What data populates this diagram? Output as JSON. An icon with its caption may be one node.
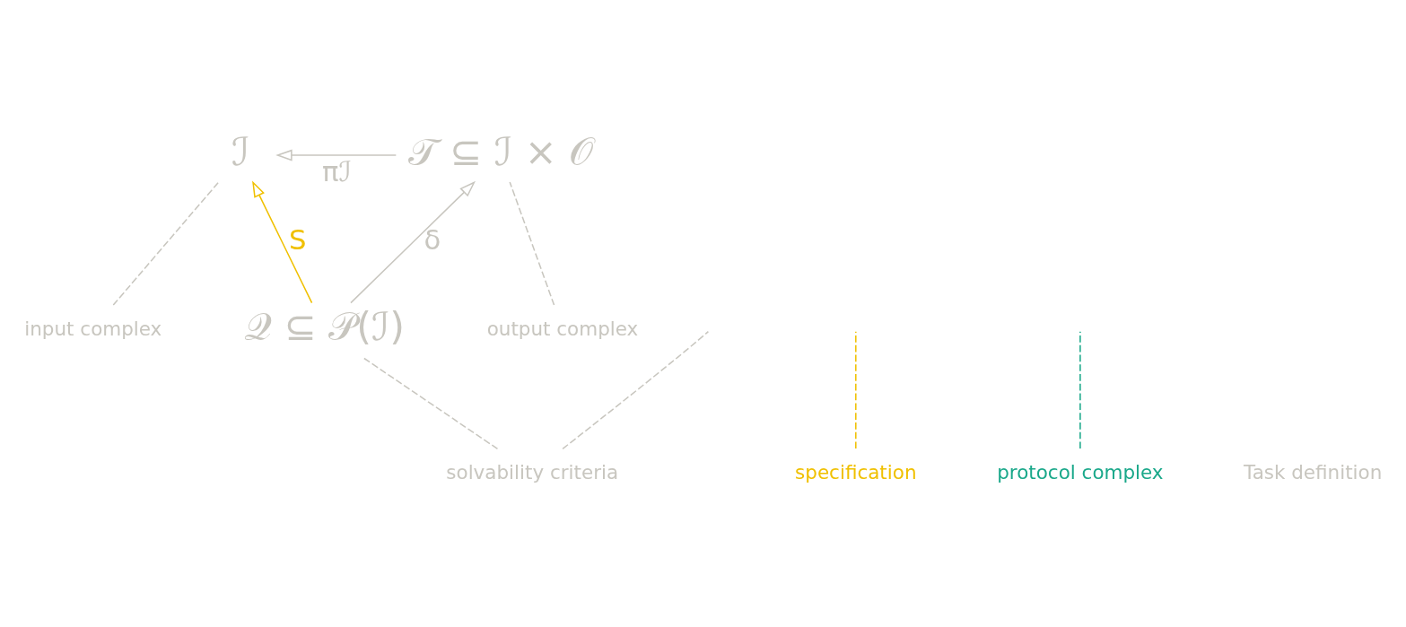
{
  "diagram": {
    "nodes": [
      {
        "text": [
          "input complex"
        ]
      },
      {
        "text": [
          "ℐ"
        ]
      },
      {
        "text": [
          "output complex"
        ]
      },
      {
        "text": [
          "𝒯 ⊆ ℐ × 𝒪"
        ]
      },
      {
        "text": [
          "specification"
        ]
      },
      {
        "text": [
          "solvability criteria"
        ]
      },
      {
        "text": [
          "𝒬 ⊆ 𝒫(ℐ)"
        ]
      },
      {
        "text": [
          "protocol complex"
        ]
      }
    ],
    "edges": [
      {
        "from": 3,
        "to": 1,
        "arrow": "to",
        "label": "πℐ"
      },
      {
        "from": 6,
        "to": 1,
        "arrow": "to",
        "label": "S",
        "color": "#f0c000"
      },
      {
        "from": 6,
        "to": 3,
        "arrow": "to",
        "label": "δ"
      },
      {
        "from": 0,
        "to": 1,
        "arrow": "none",
        "style": "dashed"
      },
      {
        "from": 2,
        "to": 3,
        "arrow": "none",
        "style": "dashed"
      },
      {
        "from": 4,
        "to": null,
        "arrow": "none",
        "style": "dashed",
        "color": "#f0c000"
      },
      {
        "from": 5,
        "to": null,
        "arrow": "none",
        "style": "dashed"
      },
      {
        "from": 5,
        "to": 6,
        "arrow": "none",
        "style": "dashed"
      },
      {
        "from": 7,
        "to": null,
        "arrow": "none",
        "style": "dashed",
        "color": "#1aa88a"
      }
    ],
    "labels": [
      "Task definition"
    ]
  }
}
